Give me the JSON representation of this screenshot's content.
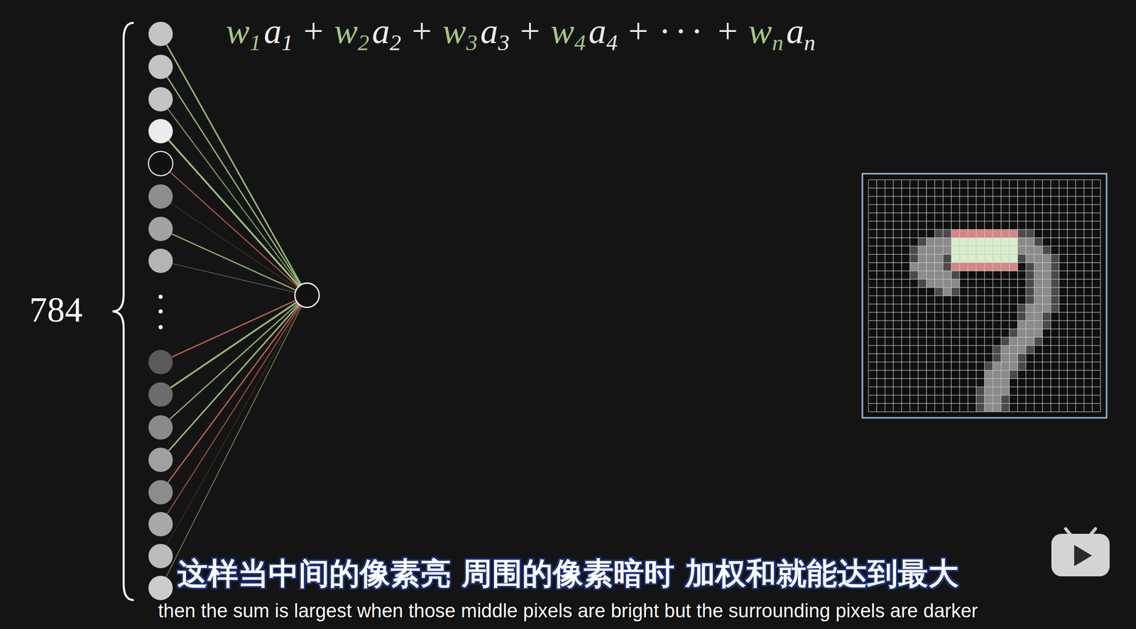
{
  "diagram": {
    "labels": [
      "w",
      "1",
      "a",
      "1",
      "+",
      "w",
      "2",
      "a",
      "2",
      "+",
      "w",
      "3",
      "a",
      "3",
      "+",
      "w",
      "4",
      "a",
      "4",
      "+",
      "···",
      "+",
      "w",
      "n",
      "a",
      "n",
      "784",
      "这样当中间的像素亮 周围的像素暗时 加权和就能达到最大",
      "then the sum is largest when those middle pixels are bright but the surrounding pixels are darker"
    ]
  }
}
